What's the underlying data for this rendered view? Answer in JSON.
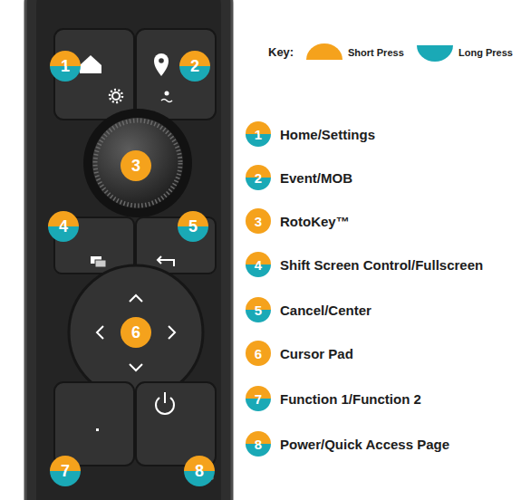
{
  "diagram": {
    "nodes": [
      {
        "text": [
          "1"
        ]
      },
      {
        "text": [
          "2"
        ]
      },
      {
        "text": [
          "3"
        ]
      },
      {
        "text": [
          "4"
        ]
      },
      {
        "text": [
          "5"
        ]
      },
      {
        "text": [
          "6"
        ]
      },
      {
        "text": [
          "7"
        ]
      },
      {
        "text": [
          "8"
        ]
      },
      {
        "text": [
          "1",
          "Home/Settings"
        ]
      },
      {
        "text": [
          "2",
          "Event/MOB"
        ]
      },
      {
        "text": [
          "3",
          "RotoKey™"
        ]
      },
      {
        "text": [
          "4",
          "Shift Screen Control/Fullscreen"
        ]
      },
      {
        "text": [
          "5",
          "Cancel/Center"
        ]
      },
      {
        "text": [
          "6",
          "Cursor Pad"
        ]
      },
      {
        "text": [
          "7",
          "Function 1/Function 2"
        ]
      },
      {
        "text": [
          "8",
          "Power/Quick Access Page"
        ]
      }
    ],
    "labels": [
      "Key:"
    ],
    "legend": [
      {
        "text": "Short Press",
        "color": "#f5a21c"
      },
      {
        "text": "Long Press",
        "color": "#1aa9b6"
      }
    ]
  }
}
